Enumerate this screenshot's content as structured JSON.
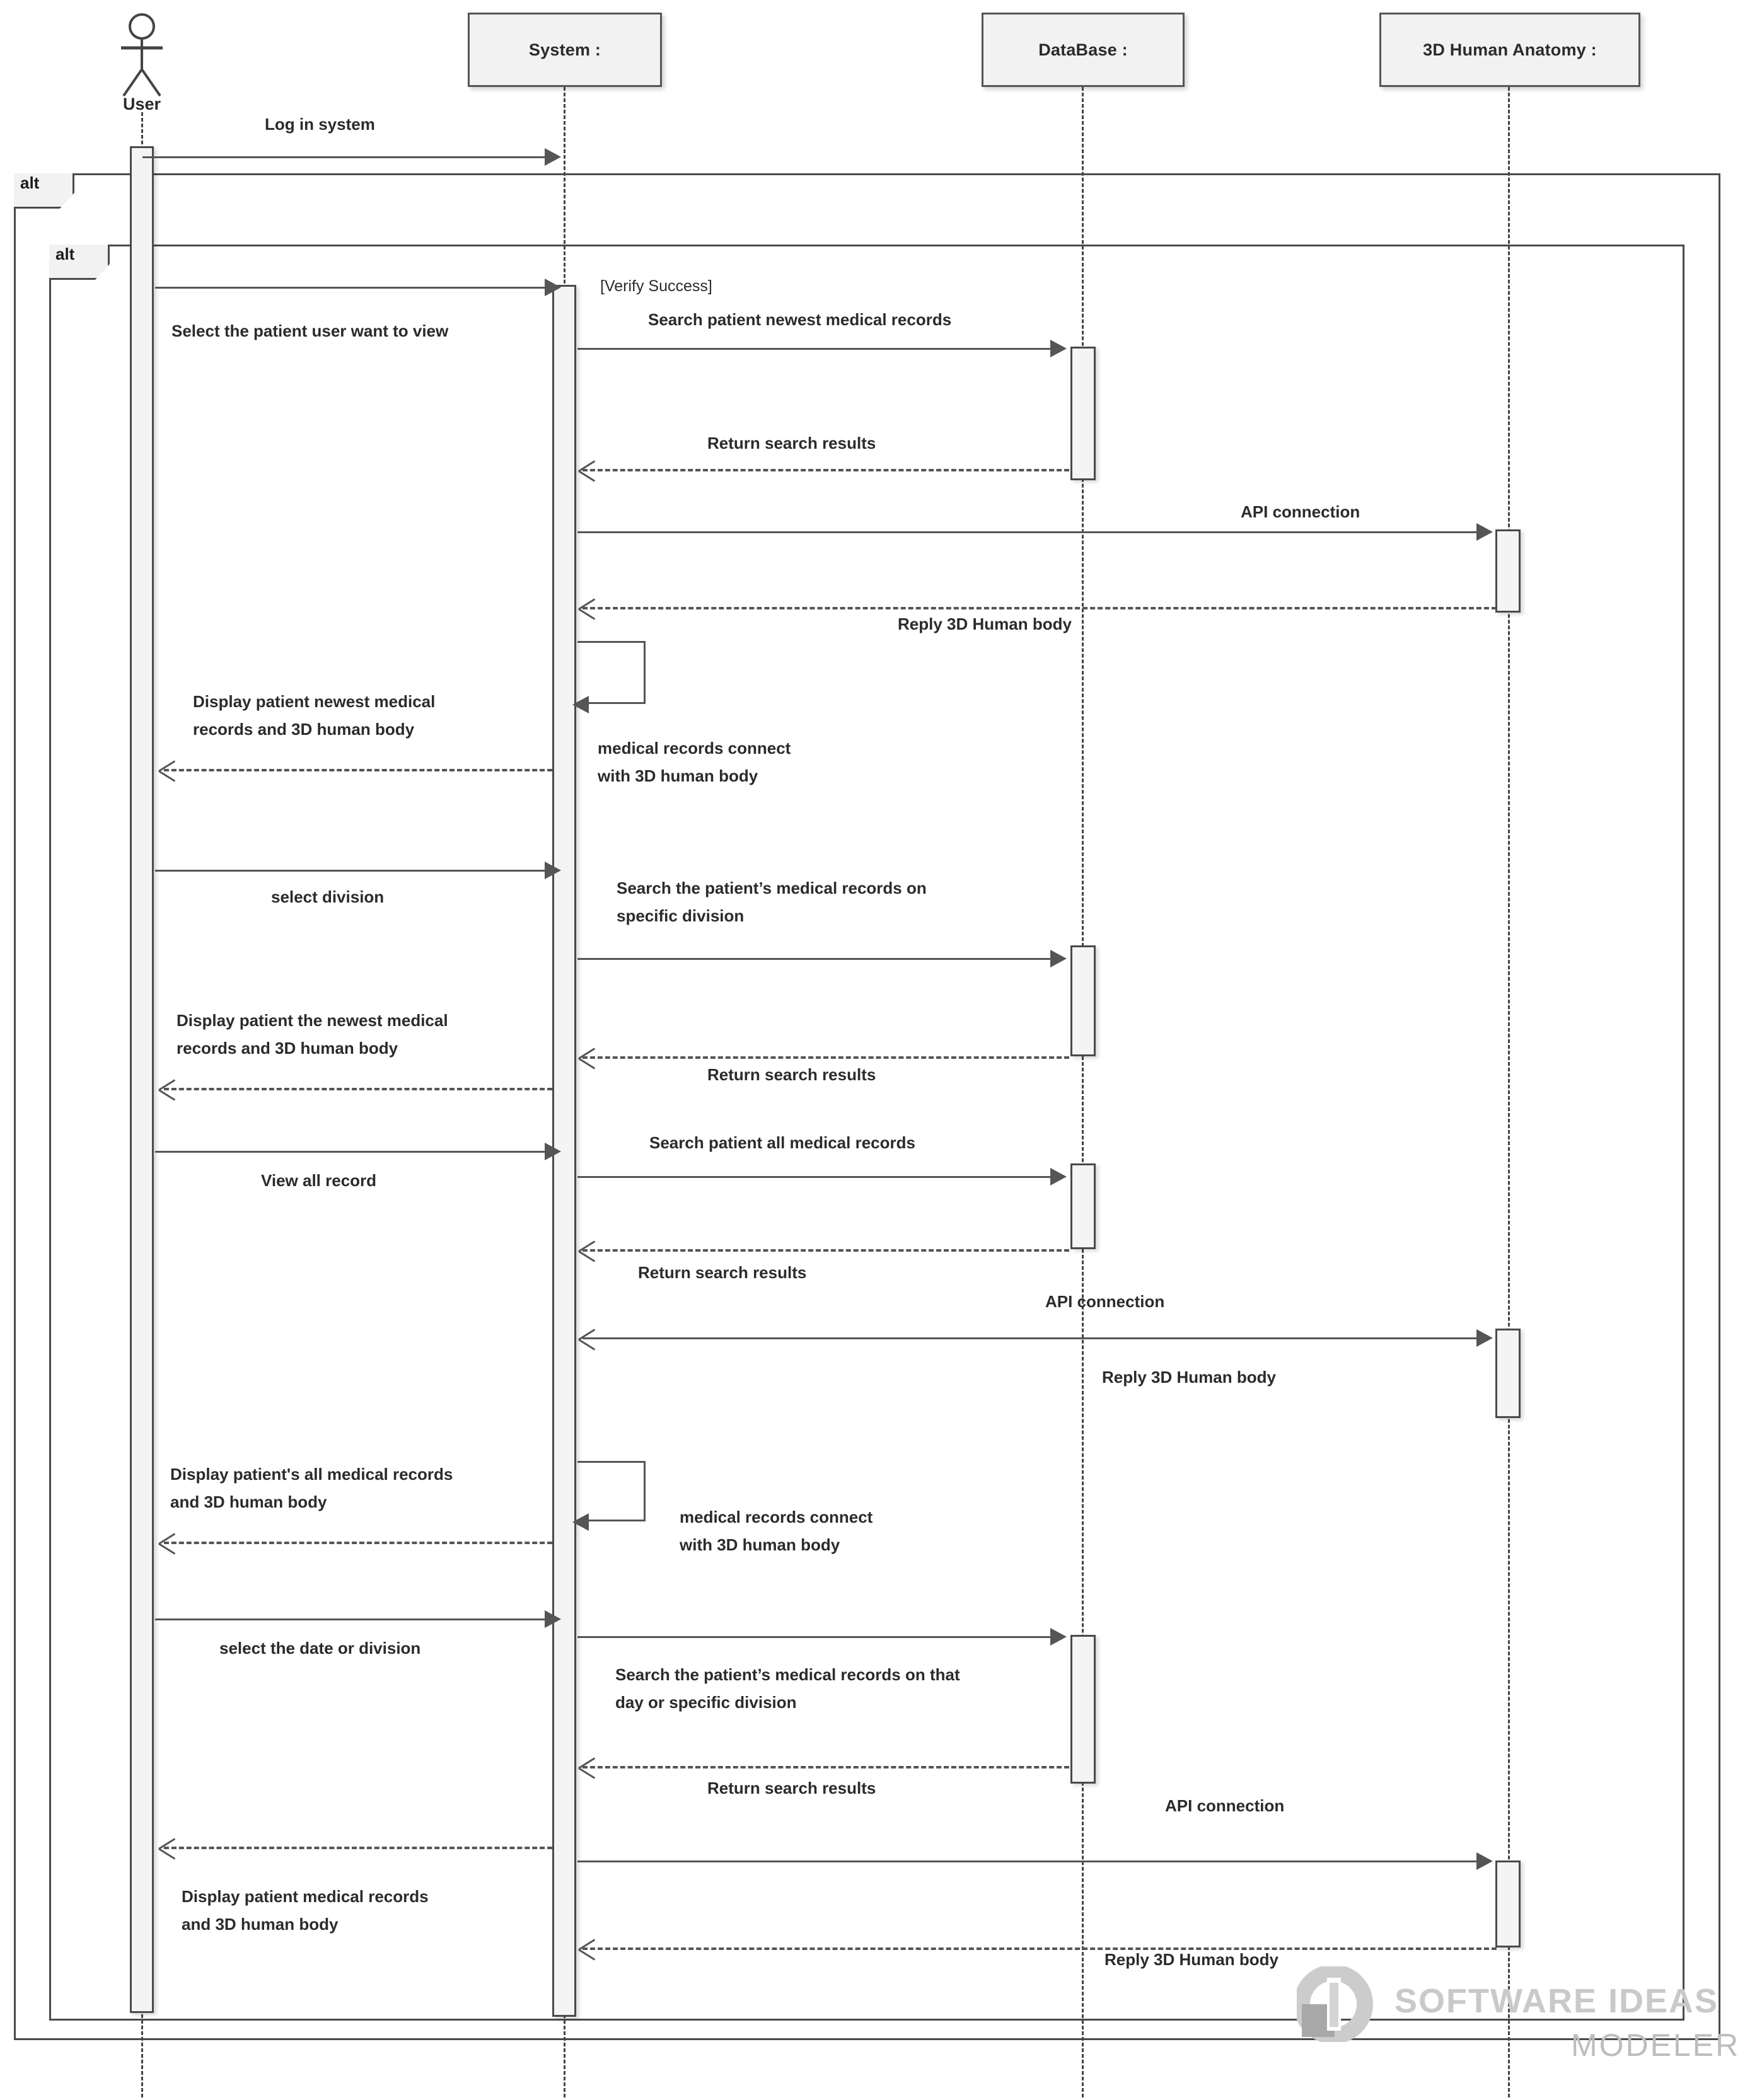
{
  "diagram": {
    "type": "uml-sequence-diagram",
    "lifelines": [
      {
        "id": "user",
        "label": "User",
        "kind": "actor"
      },
      {
        "id": "system",
        "label": "System :",
        "kind": "object"
      },
      {
        "id": "database",
        "label": "DataBase :",
        "kind": "object"
      },
      {
        "id": "anatomy",
        "label": "3D Human Anatomy :",
        "kind": "object"
      }
    ],
    "fragments": [
      {
        "id": "alt-outer",
        "operator": "alt",
        "guard": ""
      },
      {
        "id": "alt-inner",
        "operator": "alt",
        "guard": "[Verify Success]"
      }
    ],
    "messages": [
      {
        "id": "m01",
        "label": "Log in system",
        "from": "user",
        "to": "system",
        "style": "call"
      },
      {
        "id": "m02",
        "label": "Select the patient user want to view",
        "from": "user",
        "to": "system",
        "style": "call"
      },
      {
        "id": "m03",
        "label": "Search patient newest medical records",
        "from": "system",
        "to": "database",
        "style": "call"
      },
      {
        "id": "m04",
        "label": "Return search results",
        "from": "database",
        "to": "system",
        "style": "return"
      },
      {
        "id": "m05",
        "label": "API connection",
        "from": "system",
        "to": "anatomy",
        "style": "call"
      },
      {
        "id": "m06",
        "label": "Reply 3D Human body",
        "from": "anatomy",
        "to": "system",
        "style": "return"
      },
      {
        "id": "m07",
        "label": "medical records connect with 3D human body",
        "from": "system",
        "to": "system",
        "style": "self"
      },
      {
        "id": "m08",
        "label": "Display patient newest medical records and 3D human body",
        "from": "system",
        "to": "user",
        "style": "return"
      },
      {
        "id": "m09",
        "label": "select  division",
        "from": "user",
        "to": "system",
        "style": "call"
      },
      {
        "id": "m10",
        "label": "Search the patient’s medical records on specific division",
        "from": "system",
        "to": "database",
        "style": "call"
      },
      {
        "id": "m11",
        "label": "Return search results",
        "from": "database",
        "to": "system",
        "style": "return"
      },
      {
        "id": "m12",
        "label": "Display patient the newest  medical records and 3D human body",
        "from": "system",
        "to": "user",
        "style": "return"
      },
      {
        "id": "m13",
        "label": "View all record",
        "from": "user",
        "to": "system",
        "style": "call"
      },
      {
        "id": "m14",
        "label": "Search patient all medical records",
        "from": "system",
        "to": "database",
        "style": "call"
      },
      {
        "id": "m15",
        "label": "Return search results",
        "from": "database",
        "to": "system",
        "style": "return"
      },
      {
        "id": "m16",
        "label": "API connection",
        "from": "anatomy",
        "to": "system",
        "style": "call"
      },
      {
        "id": "m17",
        "label": "Reply 3D Human body",
        "from": "anatomy",
        "to": "system",
        "style": "none"
      },
      {
        "id": "m18",
        "label": "medical records connect with 3D human body",
        "from": "system",
        "to": "system",
        "style": "self"
      },
      {
        "id": "m19",
        "label": "Display patient's all medical records and 3D human body",
        "from": "system",
        "to": "user",
        "style": "return"
      },
      {
        "id": "m20",
        "label": "select the date or division",
        "from": "user",
        "to": "system",
        "style": "call"
      },
      {
        "id": "m21",
        "label": "Search the patient’s medical records on that day or specific division",
        "from": "system",
        "to": "database",
        "style": "call"
      },
      {
        "id": "m22",
        "label": "Return search results",
        "from": "database",
        "to": "system",
        "style": "return"
      },
      {
        "id": "m23",
        "label": "API connection",
        "from": "system",
        "to": "anatomy",
        "style": "call"
      },
      {
        "id": "m24",
        "label": "Display patient medical records and 3D human body",
        "from": "system",
        "to": "user",
        "style": "return"
      },
      {
        "id": "m25",
        "label": "Reply 3D Human body",
        "from": "anatomy",
        "to": "system",
        "style": "return"
      }
    ]
  },
  "labels": {
    "actor_user": "User",
    "head_system": "System :",
    "head_database": "DataBase :",
    "head_anatomy": "3D Human Anatomy :",
    "alt_outer": "alt",
    "alt_inner": "alt",
    "guard_verify_success": "[Verify Success]",
    "m01": "Log in system",
    "m02": "Select the patient user want to view",
    "m03": "Search patient newest medical records",
    "m04": "Return search results",
    "m05": "API connection",
    "m06": "Reply 3D Human body",
    "m07_l1": "medical records connect",
    "m07_l2": "with 3D human body",
    "m08_l1": "Display patient newest medical",
    "m08_l2": "records and 3D human body",
    "m09": "select  division",
    "m10_l1": "Search the patient’s medical records on",
    "m10_l2": "specific division",
    "m11": "Return search results",
    "m12_l1": "Display patient the newest  medical",
    "m12_l2": "records and 3D human body",
    "m13": "View all record",
    "m14": "Search patient all medical records",
    "m15": "Return search results",
    "m16": "API  connection",
    "m17": "Reply 3D Human body",
    "m18_l1": "medical records connect",
    "m18_l2": "with 3D human body",
    "m19_l1": "Display patient's all medical records",
    "m19_l2": "and 3D human body",
    "m20": "select the date or division",
    "m21_l1": "Search the patient’s medical records on that",
    "m21_l2": "day or specific division",
    "m22": "Return search results",
    "m23": "API connection",
    "m24_l1": "Display patient medical records",
    "m24_l2": "and 3D human body",
    "m25": "Reply 3D Human body"
  },
  "watermark": {
    "line1": "SOFTWARE IDEAS",
    "line2": "MODELER"
  },
  "colors": {
    "background": "#ffffff",
    "stroke": "#555555",
    "head_fill": "#f2f2f2",
    "activation_fill": "#f4f4f4",
    "text": "#2b2b2b",
    "watermark": "#c9c9c9"
  }
}
